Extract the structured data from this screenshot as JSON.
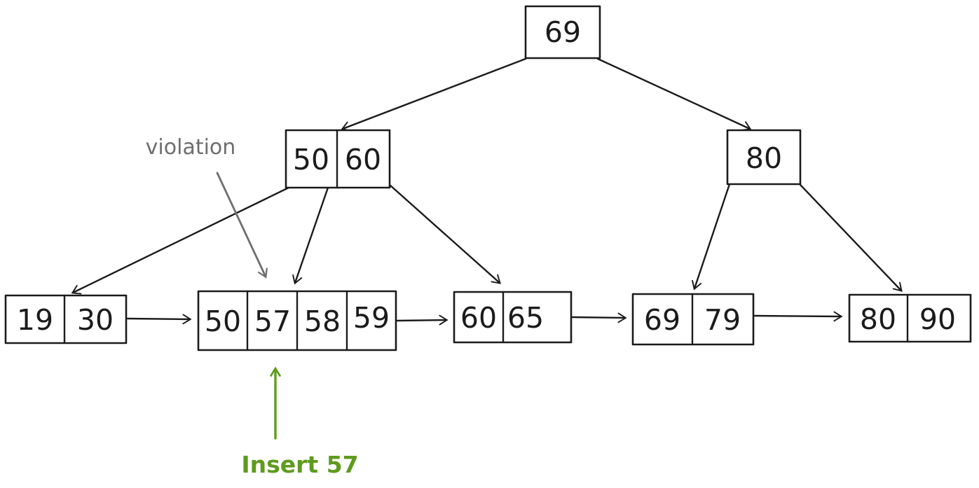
{
  "colors": {
    "background": "#ffffff",
    "ink": "#1b1b1b",
    "violation_gray": "#6e6e6e",
    "insert_green": "#5f9b1e"
  },
  "annotations": {
    "violation_label": "violation",
    "insert_label": "Insert 57"
  },
  "tree": {
    "type": "b-plus-tree",
    "root": {
      "keys": [
        "69"
      ]
    },
    "internal": [
      {
        "keys": [
          "50",
          "60"
        ]
      },
      {
        "keys": [
          "80"
        ]
      }
    ],
    "leaves": [
      {
        "keys": [
          "19",
          "30"
        ]
      },
      {
        "keys": [
          "50",
          "57",
          "58",
          "59"
        ]
      },
      {
        "keys": [
          "60",
          "65"
        ]
      },
      {
        "keys": [
          "69",
          "79"
        ]
      },
      {
        "keys": [
          "80",
          "90"
        ]
      }
    ]
  }
}
